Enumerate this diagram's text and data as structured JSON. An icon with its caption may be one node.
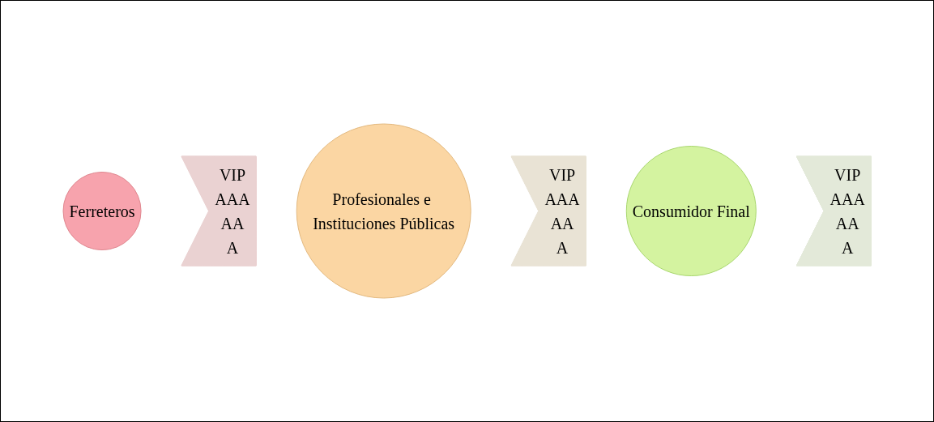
{
  "diagram": {
    "nodes": [
      {
        "text": [
          "Ferreteros"
        ]
      },
      {
        "text": [
          "VIP",
          "AAA",
          "AA",
          "A"
        ]
      },
      {
        "text": [
          "Profesionales e Instituciones Públicas"
        ]
      },
      {
        "text": [
          "VIP",
          "AAA",
          "AA",
          "A"
        ]
      },
      {
        "text": [
          "Consumidor Final"
        ]
      },
      {
        "text": [
          "VIP",
          "AAA",
          "AA",
          "A"
        ]
      }
    ]
  }
}
